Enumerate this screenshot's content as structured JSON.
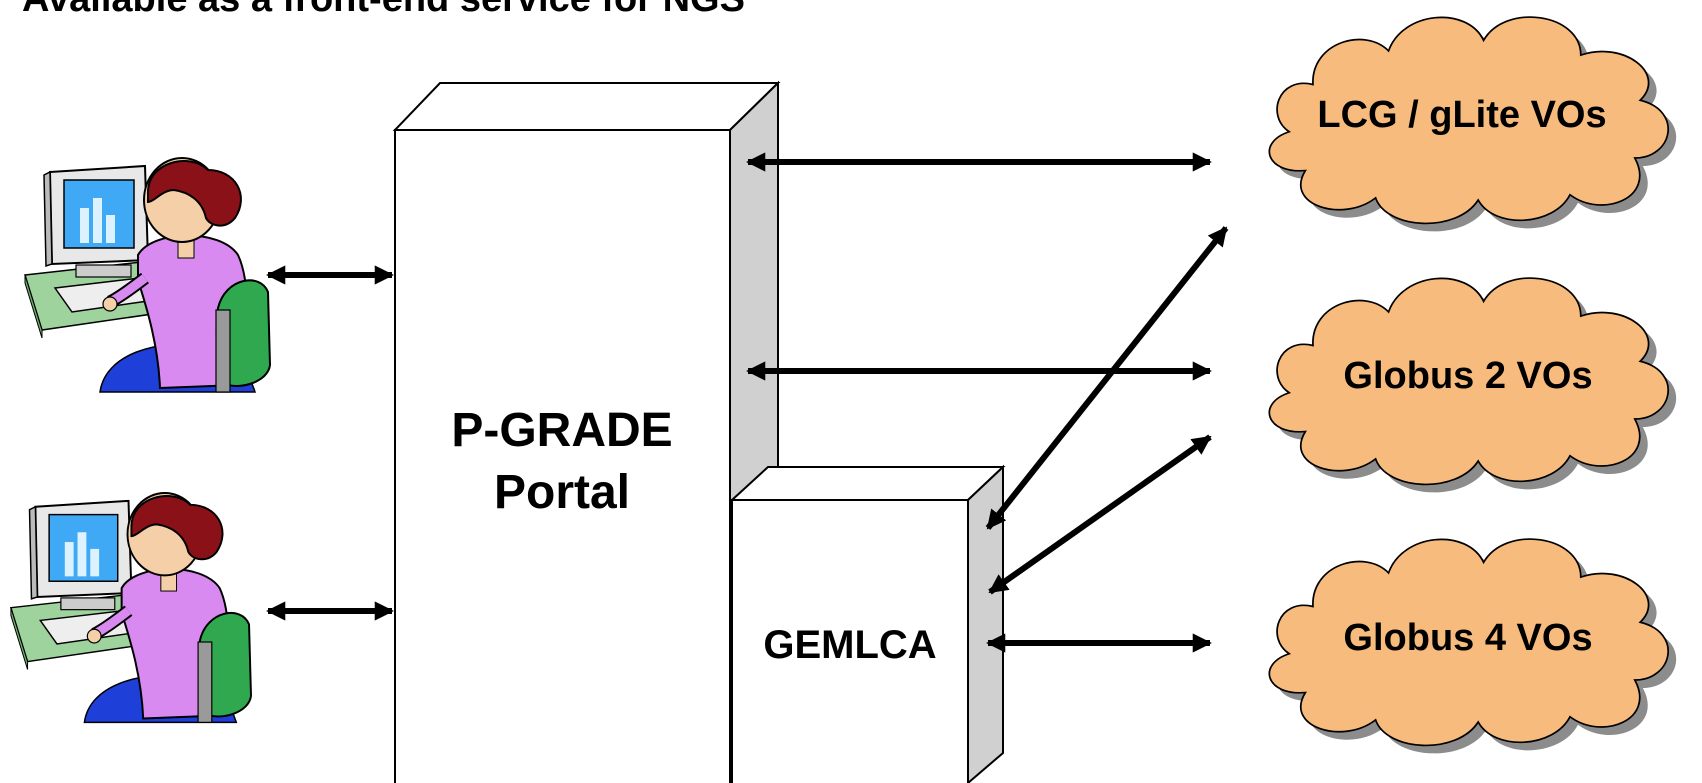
{
  "title": "Available as a front-end service for NGS",
  "portal": {
    "line1": "P-GRADE",
    "line2": "Portal"
  },
  "gemlca": {
    "label": "GEMLCA"
  },
  "clouds": [
    {
      "label": "LCG / gLite VOs"
    },
    {
      "label": "Globus 2 VOs"
    },
    {
      "label": "Globus 4 VOs"
    }
  ],
  "users": [
    {
      "icon": "user-at-computer-icon"
    },
    {
      "icon": "user-at-computer-icon"
    }
  ],
  "colors": {
    "cloud_fill": "#F7BB7D",
    "cloud_shadow": "#8C8C8C",
    "box_face": "#FFFFFF",
    "box_side": "#D0D0D0",
    "arrow": "#000000"
  }
}
